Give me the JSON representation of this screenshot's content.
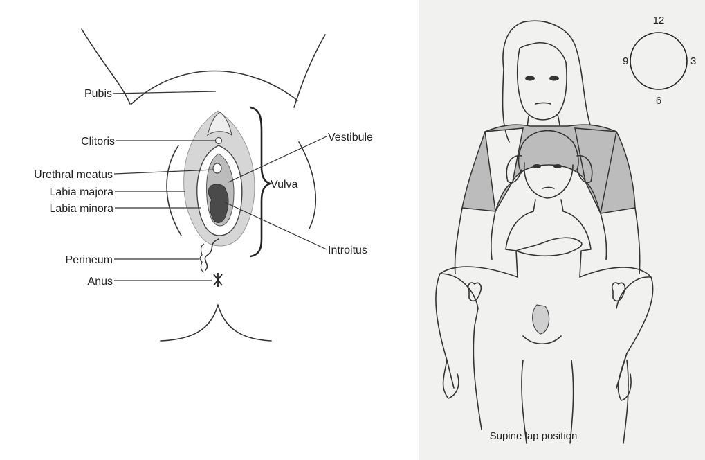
{
  "left_diagram": {
    "labels": {
      "pubis": "Pubis",
      "clitoris": "Clitoris",
      "urethral_meatus": "Urethral meatus",
      "labia_majora": "Labia majora",
      "labia_minora": "Labia minora",
      "perineum": "Perineum",
      "anus": "Anus",
      "vestibule": "Vestibule",
      "vulva": "Vulva",
      "introitus": "Introitus"
    }
  },
  "right_diagram": {
    "clock": {
      "top": "12",
      "right": "3",
      "bottom": "6",
      "left": "9"
    },
    "caption": "Supine lap position",
    "colors": {
      "shirt": "#bcbcbc",
      "background": "#f1f1ef"
    }
  }
}
